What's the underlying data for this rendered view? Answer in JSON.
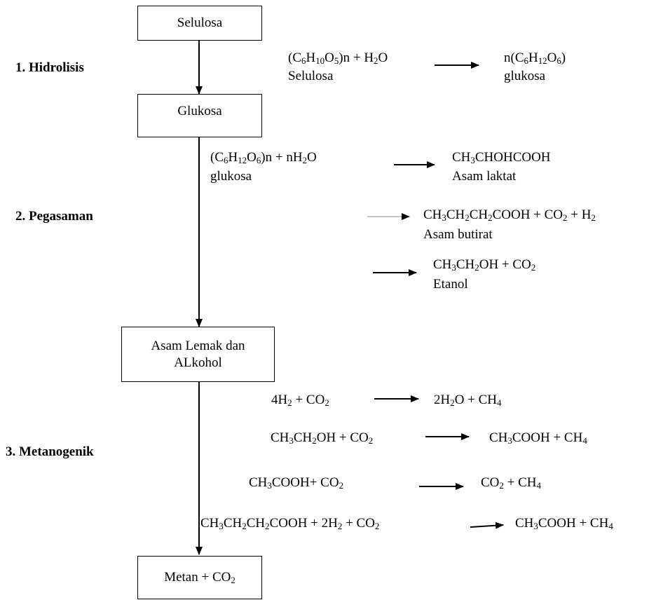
{
  "boxes": {
    "selulosa": "Selulosa",
    "glukosa": "Glukosa",
    "asam_lemak_line1": "Asam Lemak dan",
    "asam_lemak_line2": "ALkohol",
    "metan_prefix": "Metan + CO",
    "metan_sub": "2"
  },
  "stages": {
    "hidrolisis": "1. Hidrolisis",
    "pegasaman": "2. Pegasaman",
    "metanogenik": "3. Metanogenik"
  },
  "labels": {
    "selulosa": "Selulosa",
    "glukosa_r1": "glukosa",
    "glukosa_r2": "glukosa",
    "asam_laktat": "Asam laktat",
    "asam_butirat": "Asam butirat",
    "etanol": "Etanol"
  },
  "colors": {
    "line": "#000000",
    "background": "#ffffff"
  }
}
